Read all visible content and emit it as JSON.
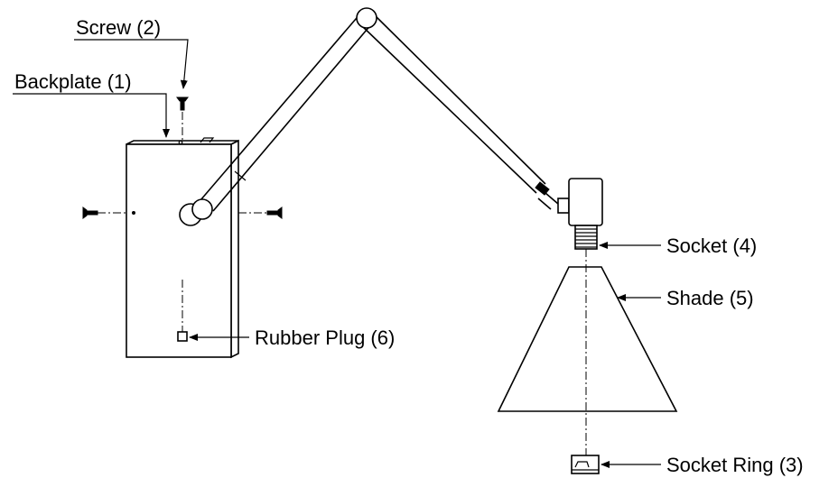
{
  "diagram": {
    "callouts": {
      "backplate": "Backplate (1)",
      "screw": "Screw (2)",
      "socket_ring": "Socket Ring (3)",
      "socket": "Socket (4)",
      "shade": "Shade (5)",
      "rubber_plug": "Rubber Plug (6)"
    },
    "colors": {
      "ink": "#000000",
      "background": "#ffffff"
    }
  }
}
